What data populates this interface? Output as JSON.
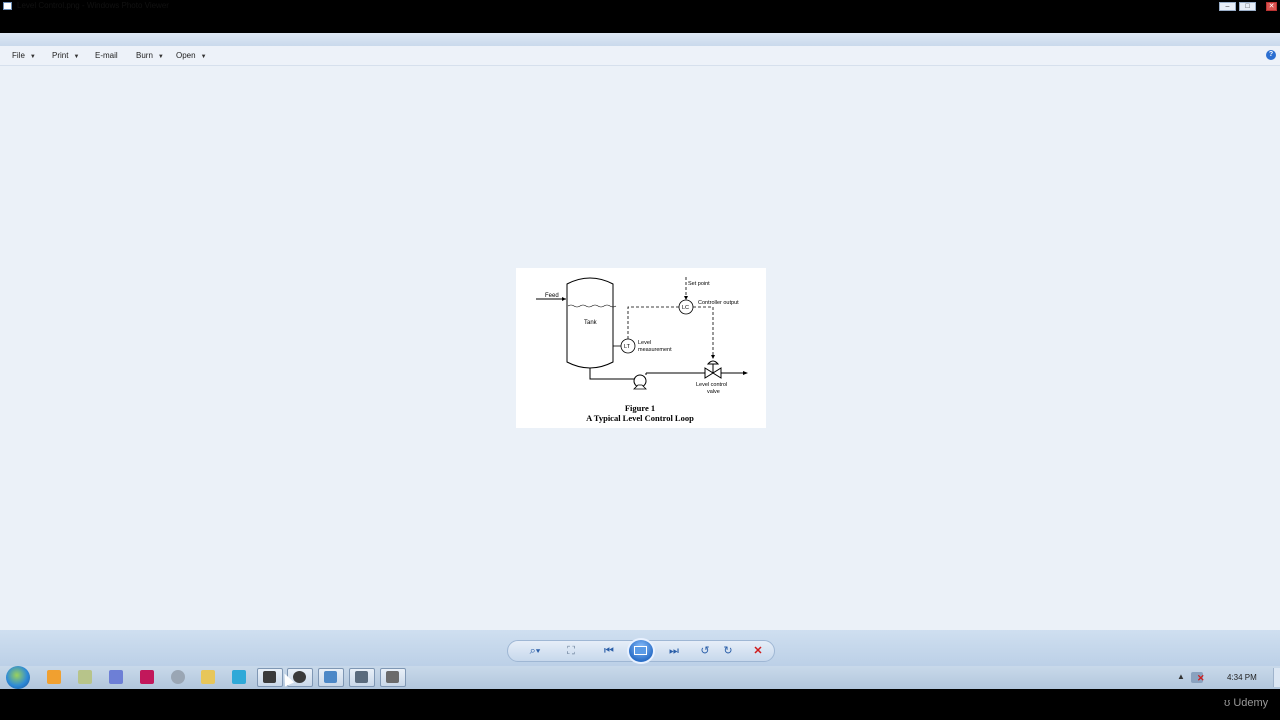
{
  "window": {
    "title": "Level Control.png - Windows Photo Viewer",
    "controls": {
      "minimize": "–",
      "maximize": "□",
      "close": "✕"
    }
  },
  "menu": {
    "items": [
      {
        "label": "File",
        "has_dropdown": true
      },
      {
        "label": "Print",
        "has_dropdown": true
      },
      {
        "label": "E-mail",
        "has_dropdown": false
      },
      {
        "label": "Burn",
        "has_dropdown": true
      },
      {
        "label": "Open",
        "has_dropdown": true
      }
    ],
    "help": "?"
  },
  "figure": {
    "labels": {
      "feed": "Feed",
      "tank": "Tank",
      "set_point": "Set point",
      "lc": "LC",
      "controller_output": "Controller output",
      "lt": "LT",
      "level_measurement_1": "Level",
      "level_measurement_2": "measurement",
      "valve_1": "Level control",
      "valve_2": "valve"
    },
    "caption_number": "Figure 1",
    "caption_title": "A Typical Level Control Loop"
  },
  "controls_bar": {
    "zoom": "zoom-icon",
    "fit": "actual-size-icon",
    "previous": "previous-icon",
    "slideshow": "slideshow-icon",
    "next": "next-icon",
    "rotate_ccw": "rotate-counterclockwise-icon",
    "rotate_cw": "rotate-clockwise-icon",
    "delete": "delete-icon"
  },
  "taskbar": {
    "clock": "4:34 PM",
    "tray_arrow": "▲"
  },
  "watermark": "Udemy",
  "colors": {
    "canvas": "#ebf1f8",
    "accent": "#2a6ec7",
    "delete": "#d01b1b"
  }
}
